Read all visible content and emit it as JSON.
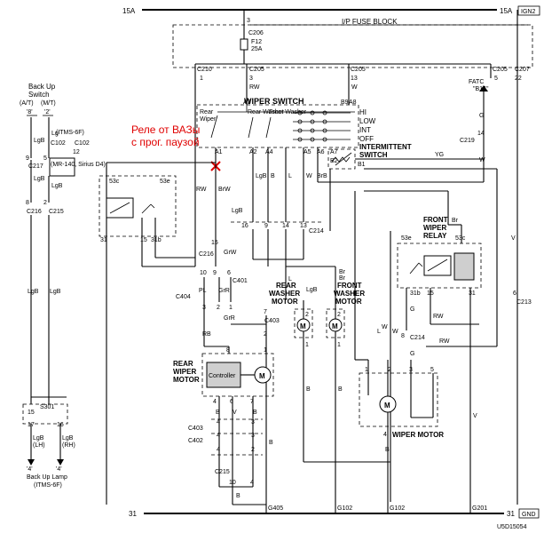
{
  "header": {
    "left_15a": "15A",
    "right_15a": "15A",
    "ign_tag": "IGN2",
    "fuse_block": "I/P FUSE BLOCK"
  },
  "footer": {
    "left_31": "31",
    "right_31": "31",
    "gnd_tag": "GND",
    "code": "U5D15054"
  },
  "fuse": {
    "pin": "3",
    "conn": "C206",
    "name": "F12",
    "rating": "25A"
  },
  "top_conns": {
    "c210": "C210",
    "c205a": "C205",
    "c205b": "C205",
    "c205c": "C205",
    "c207": "C207",
    "p1": "1",
    "p3": "3",
    "p13": "13",
    "p5": "5",
    "p22": "22",
    "a3": "A3",
    "rw1": "RW",
    "b9": "B9",
    "b9w": "W",
    "a8": "A8"
  },
  "fatc": {
    "name": "FATC",
    "pin": "\"B14\"",
    "g": "G",
    "c219": "C219",
    "p14": "14",
    "w": "W"
  },
  "wiper_switch": {
    "title": "WIPER SWITCH",
    "rear": "Rear",
    "wiper": "Wiper",
    "rear_washer": "Rear Washer",
    "front_washer": "Front Washer",
    "hi": "HI",
    "low": "LOW",
    "int": "INT",
    "off": "OFF",
    "pins": [
      "A1",
      "A2",
      "A4",
      "A5",
      "A6",
      "A7",
      "B2",
      "B1"
    ]
  },
  "intermittent": {
    "title1": "INTERMITTENT",
    "title2": "SWITCH",
    "wire": "YG"
  },
  "annotation": {
    "line1": "Реле от ВАЗы",
    "line2": "с прог. паузой"
  },
  "backup_switch": {
    "title1": "Back Up",
    "title2": "Switch",
    "at": "(A/T)",
    "mt": "(M/T)",
    "pin8": "'8'",
    "pin2": "'2'",
    "lgb": "LgB",
    "lg": "Lg",
    "itms": "(ITMS-6F)",
    "c102a": "C102",
    "c102b": "C102",
    "p12": "12",
    "p9": "9",
    "p5": "5",
    "c217": "C217",
    "mr": "(MR-140, Sirius D4)",
    "p8": "8",
    "p2": "2",
    "c216": "C216",
    "c215": "C215",
    "lgb2": "LgB",
    "lg2": "LgB",
    "lgb3": "LgB",
    "s301": "S301",
    "p15": "15",
    "p17": "17",
    "p16": "16",
    "lh_wire": "LgB",
    "rh_wire": "LgB",
    "lh": "(LH)",
    "rh": "(RH)",
    "p4a": "'4'",
    "p4b": "'4'",
    "lamp": "Back Up Lamp",
    "itmsb": "(ITMS-6F)",
    "lgb_tail": "LgB"
  },
  "vaz_relay": {
    "p53c": "53c",
    "p53e": "53e",
    "p31": "31",
    "p15": "15",
    "p31b": "31b"
  },
  "mid_wires": {
    "rw": "RW",
    "brw": "BrW",
    "lgb": "LgB",
    "b": "B",
    "l": "L",
    "w": "W",
    "brb": "BrB",
    "lgb2": "LgB",
    "p16": "16",
    "p9": "9",
    "p14": "14",
    "p13": "13",
    "c214": "C214",
    "br": "Br",
    "p15": "15",
    "grw": "GrW",
    "p10": "10",
    "p9b": "9",
    "p6": "6",
    "c216": "C216",
    "c401": "C401",
    "c404": "C404",
    "pl": "PL",
    "grr": "GrR",
    "p3": "3",
    "p2": "2",
    "p1": "1",
    "p7": "7",
    "p1b": "1",
    "grr2": "GrR",
    "c403": "C403",
    "p2b": "2",
    "rb": "RB"
  },
  "washers": {
    "rear1": "REAR",
    "rear2": "WASHER",
    "rear3": "MOTOR",
    "front1": "FRONT",
    "front2": "WASHER",
    "front3": "MOTOR",
    "lgb": "LgB",
    "br": "Br",
    "l": "L",
    "w": "W",
    "p2": "2",
    "p1": "1",
    "p2b": "2",
    "p1b": "1",
    "m": "M",
    "m2": "M",
    "b1": "B",
    "b2": "B"
  },
  "rear_wiper": {
    "title1": "REAR",
    "title2": "WIPER",
    "title3": "MOTOR",
    "controller": "Controller",
    "m": "M",
    "p8": "8",
    "p1": "1",
    "p4": "4",
    "p6": "6",
    "p7": "7",
    "w4": "B",
    "w6": "V",
    "w7": "B",
    "c403": "C403",
    "c402": "C402",
    "p4b": "4",
    "p3": "3",
    "p4c": "4",
    "p3b": "3",
    "p4d": "4",
    "p2": "2",
    "c215": "C215",
    "p10": "10",
    "p4e": "4",
    "b": "B",
    "b2": "B"
  },
  "front_relay": {
    "t1": "FRONT",
    "t2": "WIPER",
    "t3": "RELAY",
    "p53e": "53e",
    "p53c": "53c",
    "p31b": "31b",
    "p15": "15",
    "p31": "31",
    "c214": "C214",
    "p8": "8",
    "g": "G",
    "rw": "RW",
    "rw2": "RW",
    "br": "Br"
  },
  "wiper_motor": {
    "title": "WIPER MOTOR",
    "m": "M",
    "p1": "1",
    "p2": "2",
    "p3": "3",
    "p5": "5",
    "p4": "4",
    "w1": "L",
    "w2": "W",
    "w3": "G",
    "b": "B",
    "v": "V",
    "v2": "V",
    "c213": "C213",
    "p6": "6"
  },
  "grounds": {
    "g405": "G405",
    "g102a": "G102",
    "g102b": "G102",
    "g201": "G201"
  }
}
